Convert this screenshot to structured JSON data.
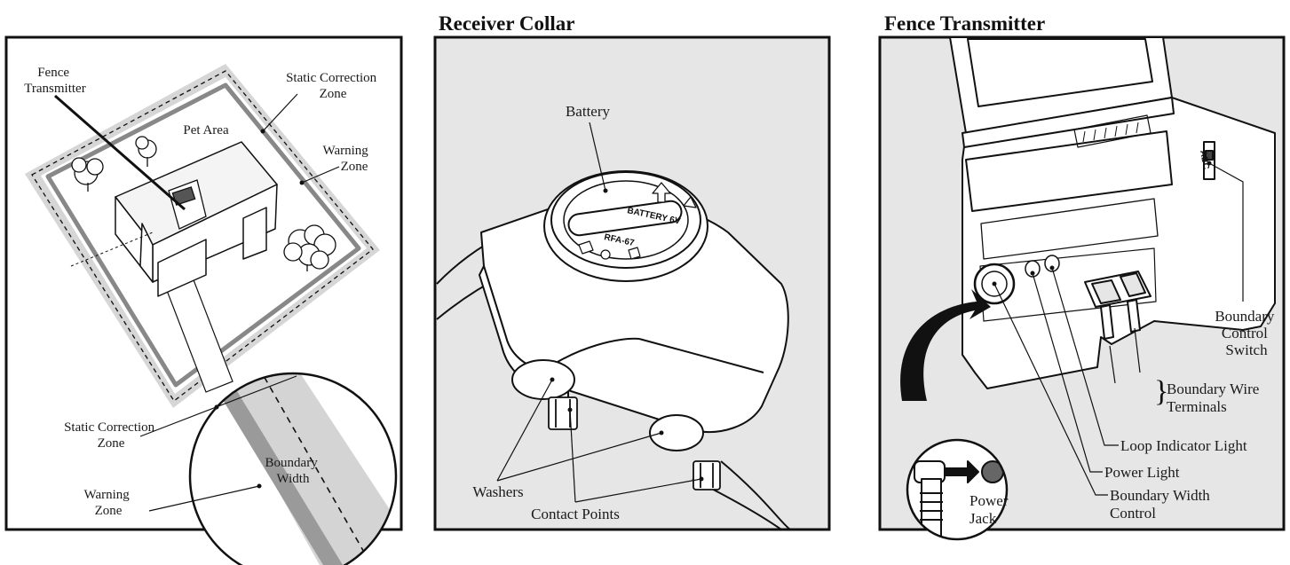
{
  "panels": {
    "yard": {
      "labels": {
        "fence_transmitter": [
          "Fence",
          "Transmitter"
        ],
        "static_zone_top": [
          "Static Correction",
          "Zone"
        ],
        "pet_area": "Pet Area",
        "warning_zone_top": [
          "Warning",
          "Zone"
        ],
        "static_zone_bottom": [
          "Static Correction",
          "Zone"
        ],
        "boundary_width": [
          "Boundary",
          "Width"
        ],
        "warning_zone_bottom": [
          "Warning",
          "Zone"
        ]
      }
    },
    "collar": {
      "title": "Receiver Collar",
      "labels": {
        "battery": "Battery",
        "battery_cap": "BATTERY 6V",
        "model": "RFA-67",
        "washers": "Washers",
        "contact_points": "Contact Points"
      }
    },
    "transmitter": {
      "title": "Fence Transmitter",
      "labels": {
        "switch_marks": "ABC",
        "boundary_control_switch": [
          "Boundary",
          "Control",
          "Switch"
        ],
        "boundary_wire_terminals": [
          "Boundary Wire",
          "Terminals"
        ],
        "loop_indicator_light": "Loop Indicator Light",
        "power_light": "Power Light",
        "boundary_width_control": [
          "Boundary Width",
          "Control"
        ],
        "power_jack": [
          "Power",
          "Jack"
        ]
      }
    }
  },
  "colors": {
    "panel_bg": "#e6e6e6",
    "zone_halo": "#d4d4d4",
    "line": "#111111"
  }
}
